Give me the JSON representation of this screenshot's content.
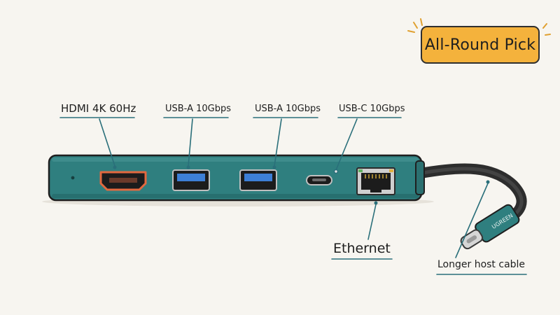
{
  "badge": {
    "label": "All-Round Pick"
  },
  "callouts": {
    "hdmi": "HDMI 4K 60Hz",
    "usb_a_1": "USB-A 10Gbps",
    "usb_a_2": "USB-A 10Gbps",
    "usb_c": "USB-C 10Gbps",
    "ethernet": "Ethernet",
    "host_cable": "Longer host cable"
  },
  "brand": {
    "cable_logo": "UGREEN"
  },
  "colors": {
    "hub_body": "#2f7f7f",
    "hdmi_accent": "#e2693f",
    "usb_a_accent": "#3d7fd6",
    "badge_fill": "#f4b23c",
    "leader_line": "#2a6f7a"
  },
  "icons": {
    "hdmi_port": "hdmi-port-icon",
    "usb_a_port": "usb-a-port-icon",
    "usb_c_port": "usb-c-port-icon",
    "ethernet_port": "ethernet-port-icon",
    "usb_c_plug": "usb-c-plug-icon"
  }
}
